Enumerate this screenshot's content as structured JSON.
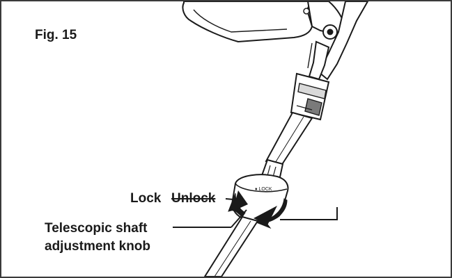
{
  "figure": {
    "label": "Fig. 15"
  },
  "callouts": {
    "lock": "Lock",
    "unlock": "Unlock",
    "knob_line1": "Telescopic shaft",
    "knob_line2": "adjustment knob"
  },
  "colors": {
    "line": "#1a1a1a",
    "frame": "#3a3a3a",
    "fill_light": "#f2f2f2",
    "fill_mid": "#d9d9d9",
    "fill_dark": "#7a7a7a"
  },
  "icons": {
    "lock_arrow": "curved-arrow-left-icon",
    "unlock_arrow": "curved-arrow-right-icon"
  }
}
